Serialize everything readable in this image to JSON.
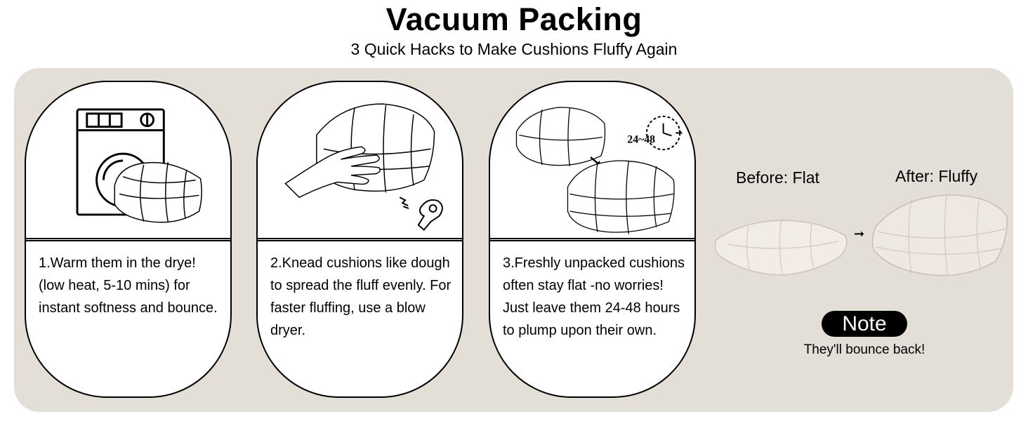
{
  "header": {
    "title": "Vacuum Packing",
    "subtitle": "3 Quick Hacks to Make Cushions Fluffy Again"
  },
  "steps": [
    {
      "text": "1.Warm them in the drye! (low heat, 5-10 mins) for instant softness and bounce.",
      "icon": "washing-machine-icon"
    },
    {
      "text": "2.Knead cushions like dough to spread the fluff evenly. For faster fluffing, use a blow dryer.",
      "icon": "hand-kneading-icon"
    },
    {
      "text": "3.Freshly unpacked cushions often stay flat -no worries! Just leave them 24-48 hours to plump upon their own.",
      "icon": "clock-icon",
      "clock_label": "24~48"
    }
  ],
  "comparison": {
    "before_label": "Before: Flat",
    "after_label": "After: Fluffy"
  },
  "note": {
    "badge": "Note",
    "text": "They'll bounce back!"
  }
}
